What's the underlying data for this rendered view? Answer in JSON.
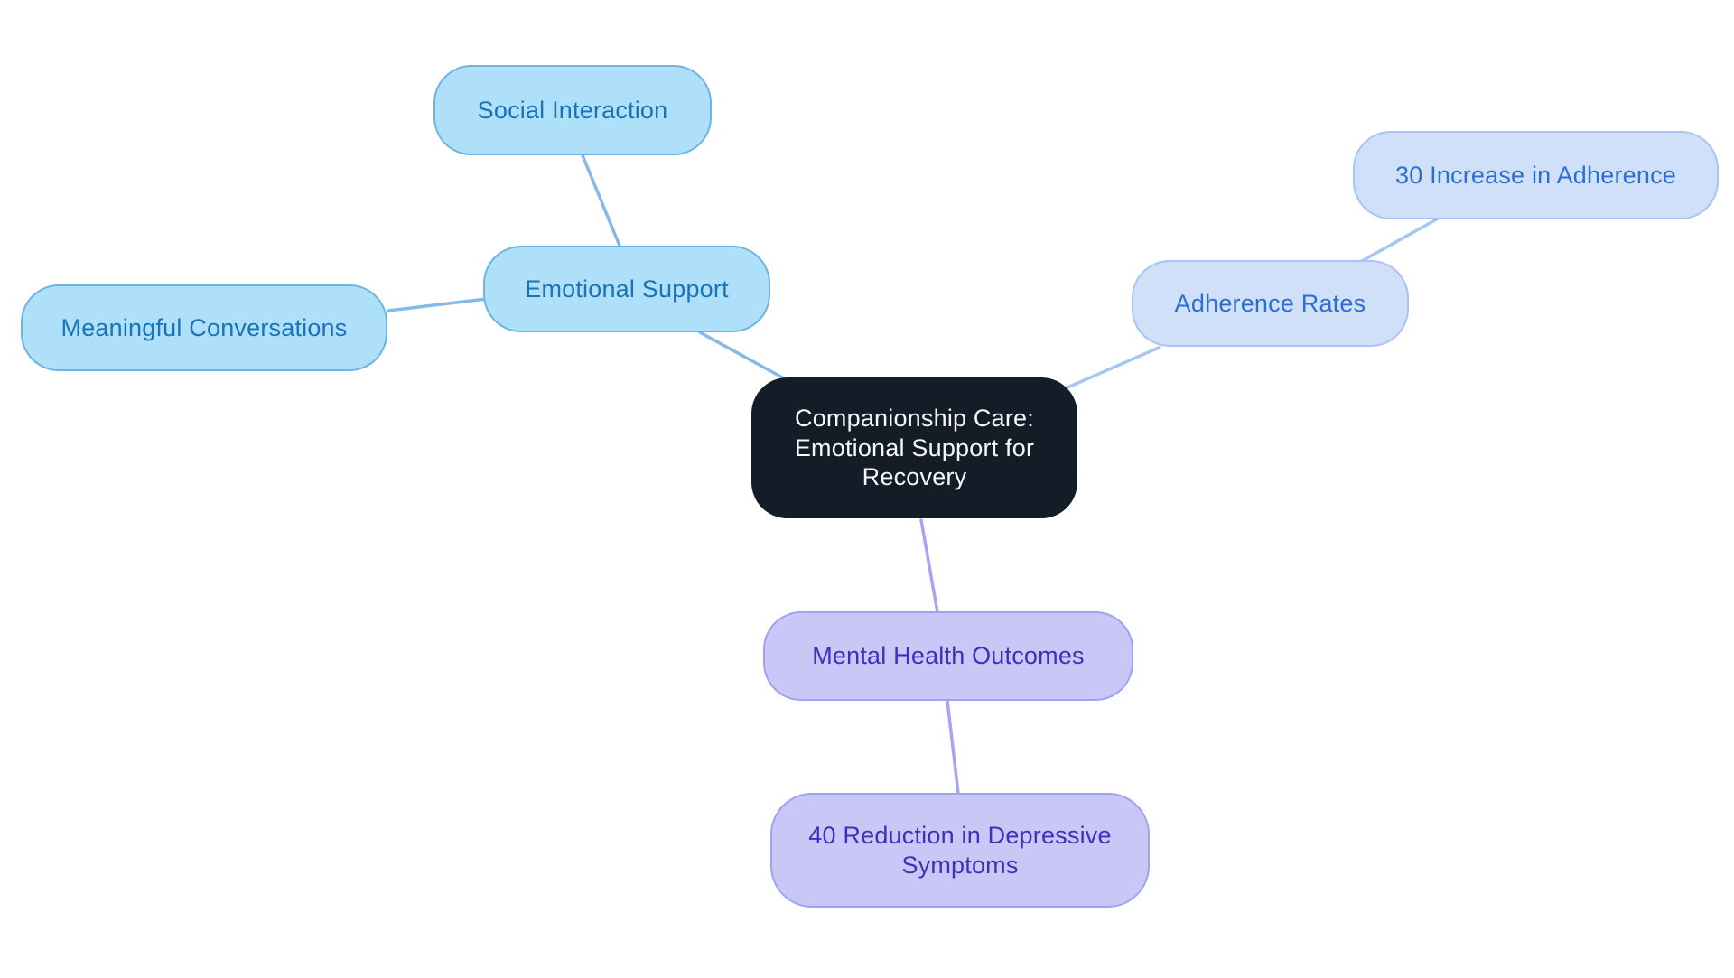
{
  "diagram": {
    "type": "mindmap",
    "background": "#ffffff"
  },
  "nodes": {
    "center": {
      "label": "Companionship Care: Emotional Support for Recovery"
    },
    "emotional_support": {
      "label": "Emotional Support"
    },
    "social_interaction": {
      "label": "Social Interaction"
    },
    "meaningful_conversations": {
      "label": "Meaningful Conversations"
    },
    "adherence_rates": {
      "label": "Adherence Rates"
    },
    "increase_adherence": {
      "label": "30 Increase in Adherence"
    },
    "mental_health_outcomes": {
      "label": "Mental Health Outcomes"
    },
    "reduction_depressive": {
      "label": "40 Reduction in Depressive Symptoms"
    }
  },
  "edges": [
    {
      "from": "social_interaction",
      "to": "emotional_support"
    },
    {
      "from": "meaningful_conversations",
      "to": "emotional_support"
    },
    {
      "from": "emotional_support",
      "to": "center"
    },
    {
      "from": "center",
      "to": "adherence_rates"
    },
    {
      "from": "adherence_rates",
      "to": "increase_adherence"
    },
    {
      "from": "center",
      "to": "mental_health_outcomes"
    },
    {
      "from": "mental_health_outcomes",
      "to": "reduction_depressive"
    }
  ],
  "colors": {
    "center_fill": "#131c27",
    "center_text": "#f5f7fa",
    "sky_fill": "#aee1f9",
    "sky_border": "#6fb3e3",
    "sky_text": "#1a73b8",
    "sky_edge": "#85b9e9",
    "periwinkle_fill": "#d0e0f8",
    "periwinkle_border": "#a9c4f0",
    "periwinkle_text": "#2d6ed2",
    "periwinkle_edge": "#a9c6f1",
    "lavender_fill": "#c9c7f6",
    "lavender_border": "#a3a0f0",
    "lavender_text": "#3b31ba",
    "lavender_edge": "#a7a5f1"
  }
}
